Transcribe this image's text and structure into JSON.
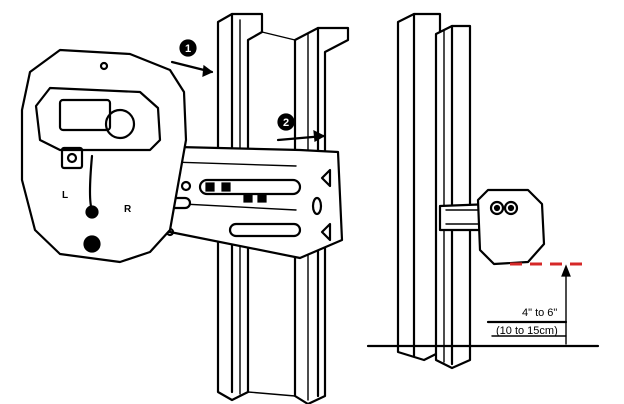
{
  "steps": {
    "step1": "1",
    "step2": "2"
  },
  "sensor_labels": {
    "left": "L",
    "right": "R"
  },
  "measurement": {
    "imperial": "4\" to 6\"",
    "metric": "(10 to 15cm)"
  },
  "colors": {
    "ink": "#000000",
    "beam_line": "#d62828"
  }
}
